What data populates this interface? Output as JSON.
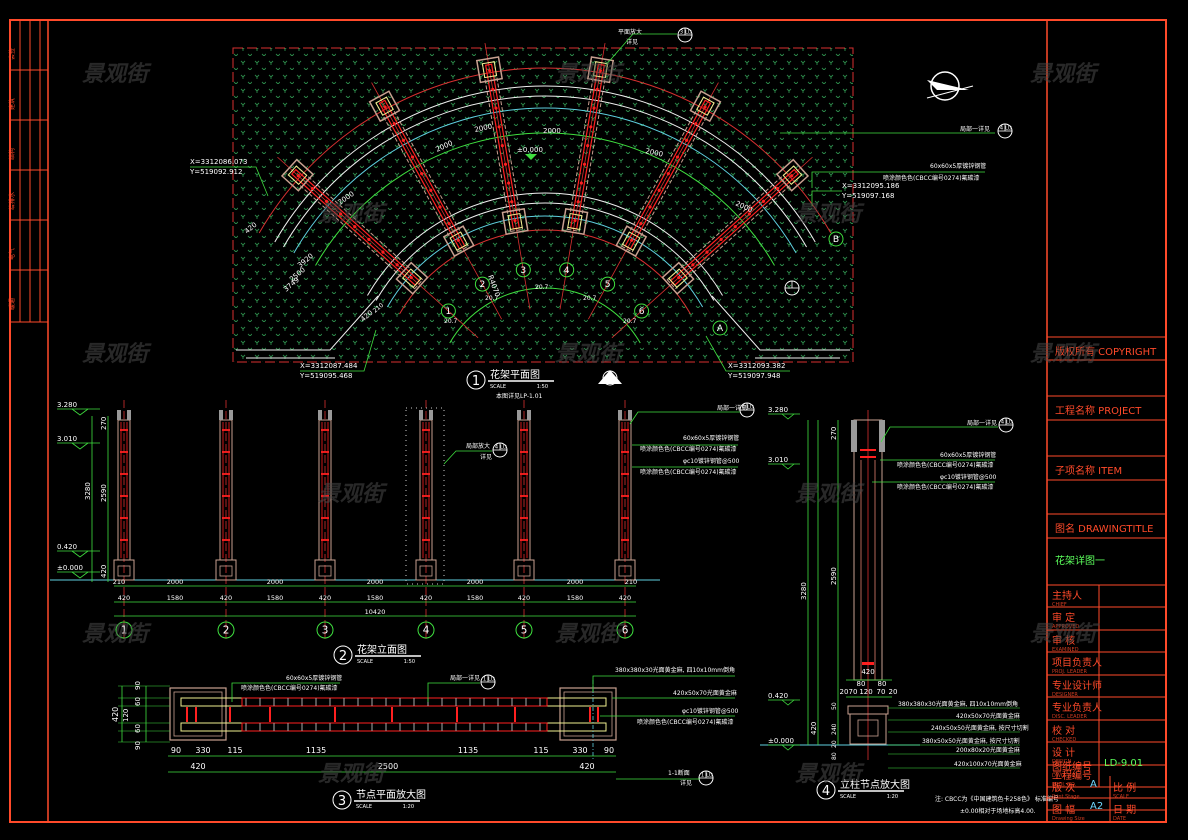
{
  "watermark": "景观街",
  "colors": {
    "frame": "#ff4a2a",
    "dim": "#3fe03f",
    "arc_white": "#f0f0f0",
    "arc_cyan": "#5fd0e0",
    "beam_red": "#ff2020",
    "post_outline": "#c8a090",
    "beam_yellow": "#f0f090",
    "hatch": "#2c8a4a"
  },
  "plan": {
    "title_no": "1",
    "title": "花架平面图",
    "scale_label": "SCALE",
    "scale": "1:50",
    "ref_note": "本图详见LP-1.01",
    "elevation_mark": "±0.000",
    "arc_dims": [
      "2000",
      "2000",
      "2000",
      "2000",
      "2000"
    ],
    "radial_dims": [
      "3920",
      "2500",
      "3749"
    ],
    "small_dims": [
      "420",
      "210"
    ],
    "radius_label": "R4070",
    "inner_arc_dims": [
      "20.7",
      "20.7",
      "20.7",
      "20.7",
      "20.7"
    ],
    "axis_numbers": [
      "1",
      "2",
      "3",
      "4",
      "5",
      "6"
    ],
    "axis_letters": [
      "A",
      "B"
    ],
    "coords": [
      {
        "x": "X=3312086.073",
        "y": "Y=519092.912"
      },
      {
        "x": "X=3312095.186",
        "y": "Y=519097.168"
      },
      {
        "x": "X=3312087.484",
        "y": "Y=519095.468"
      },
      {
        "x": "X=3312093.382",
        "y": "Y=519097.948"
      }
    ],
    "callouts": [
      {
        "text": "平面放大",
        "sub": "详见",
        "ref": "3",
        "sheet": "LD"
      },
      {
        "text": "局部一详见",
        "ref": "4",
        "sheet": "LD"
      },
      {
        "text": "60x60x5厚镀锌钢管"
      },
      {
        "text": "喷涂颜色色(CBCC编号0274)氟碳漆"
      }
    ]
  },
  "elevation": {
    "title_no": "2",
    "title": "花架立面图",
    "scale_label": "SCALE",
    "scale": "1:50",
    "levels": [
      "3.280",
      "3.010",
      "0.420",
      "±0.000"
    ],
    "vertical_dims": [
      "270",
      "3280",
      "2590",
      "420"
    ],
    "top_dims": [
      "210",
      "2000",
      "2000",
      "2000",
      "2000",
      "2000",
      "210"
    ],
    "mid_dims": [
      "420",
      "1580",
      "420",
      "1580",
      "420",
      "1580",
      "420",
      "1580",
      "420",
      "1580",
      "420"
    ],
    "total_dim": "10420",
    "axis_numbers": [
      "1",
      "2",
      "3",
      "4",
      "5",
      "6"
    ],
    "callouts": [
      "局部一详见",
      "60x60x5厚镀锌钢管",
      "喷涂颜色色(CBCC编号0274)氟碳漆",
      "φc10镀锌钢管@500",
      "喷涂颜色色(CBCC编号0274)氟碳漆",
      "局部放大",
      "详见"
    ]
  },
  "section_plan": {
    "title_no": "3",
    "title": "节点平面放大图",
    "scale_label": "SCALE",
    "scale": "1:20",
    "left_dims": [
      "90",
      "60",
      "120",
      "60",
      "90",
      "420"
    ],
    "bottom_dims": [
      "90",
      "330",
      "115",
      "1135",
      "1135",
      "115",
      "330",
      "90"
    ],
    "bottom_totals": [
      "420",
      "2500",
      "420"
    ],
    "callouts": [
      "60x60x5厚镀锌钢管",
      "喷涂颜色色(CBCC编号0274)氟碳漆",
      "局部一详见",
      "380x380x30光面黄金麻, 四10x10mm倒角",
      "420x50x70光面黄金麻",
      "φc10镀锌钢管@500",
      "喷涂颜色色(CBCC编号0274)氟碳漆",
      "1-1断面",
      "详见"
    ]
  },
  "detail": {
    "title_no": "4",
    "title": "立柱节点放大图",
    "scale_label": "SCALE",
    "scale": "1:20",
    "levels": [
      "3.280",
      "3.010",
      "0.420",
      "±0.000"
    ],
    "vertical_dims": [
      "270",
      "3280",
      "2590",
      "420",
      "50",
      "240",
      "20",
      "80"
    ],
    "top_dims": [
      "420",
      "80",
      "80",
      "20",
      "70",
      "120",
      "70",
      "20"
    ],
    "callouts": [
      "局部一详见",
      "60x60x5厚镀锌钢管",
      "喷涂颜色色(CBCC编号0274)氟碳漆",
      "φc10镀锌钢管@500",
      "喷涂颜色色(CBCC编号0274)氟碳漆",
      "380x380x30光面黄金麻, 四10x10mm倒角",
      "420x50x70光面黄金麻",
      "240x50x50光面黄金麻, 按尺寸切割",
      "380x50x50光面黄金麻, 按尺寸切割",
      "200x80x20光面黄金麻",
      "420x100x70光面黄金麻"
    ],
    "notes": [
      "注: CBCC为《中国建筑色卡258色》 标准编号",
      "±0.00相对于场地标高4.00."
    ]
  },
  "title_block": {
    "copyright": "版权所有 COPYRIGHT",
    "project_name": "工程名称 PROJECT",
    "item_name": "子项名称 ITEM",
    "drawing_title_label": "图名 DRAWINGTITLE",
    "drawing_title": "花架详图一",
    "rows": [
      {
        "label": "主持人",
        "sub": "CHIEF"
      },
      {
        "label": "审 定",
        "sub": "APPROVED"
      },
      {
        "label": "审 核",
        "sub": "EXAMINED"
      },
      {
        "label": "项目负责人",
        "sub": "PROJ. LEADER"
      },
      {
        "label": "专业设计师",
        "sub": "DESIGNER"
      },
      {
        "label": "专业负责人",
        "sub": "DISC. LEADER"
      },
      {
        "label": "校 对",
        "sub": "CHECKED"
      },
      {
        "label": "设 计",
        "sub": "DESIGN"
      },
      {
        "label": "工程编号",
        "sub": "PROJ. NO."
      },
      {
        "label": "图纸编号",
        "sub": "DWG. NO.",
        "value": "LD-9.01"
      }
    ],
    "version_label": "版 次",
    "version_sub": "Print Stage",
    "version_value": "A",
    "scale_label": "比 例",
    "scale_sub": "SCALE",
    "size_label": "图 幅",
    "size_sub": "Drawing Size",
    "size_value": "A2",
    "date_label": "日 期",
    "date_sub": "DATE"
  },
  "left_strip": {
    "labels": [
      "会签",
      "建筑",
      "结构",
      "给排水",
      "电气",
      "暖通"
    ]
  }
}
